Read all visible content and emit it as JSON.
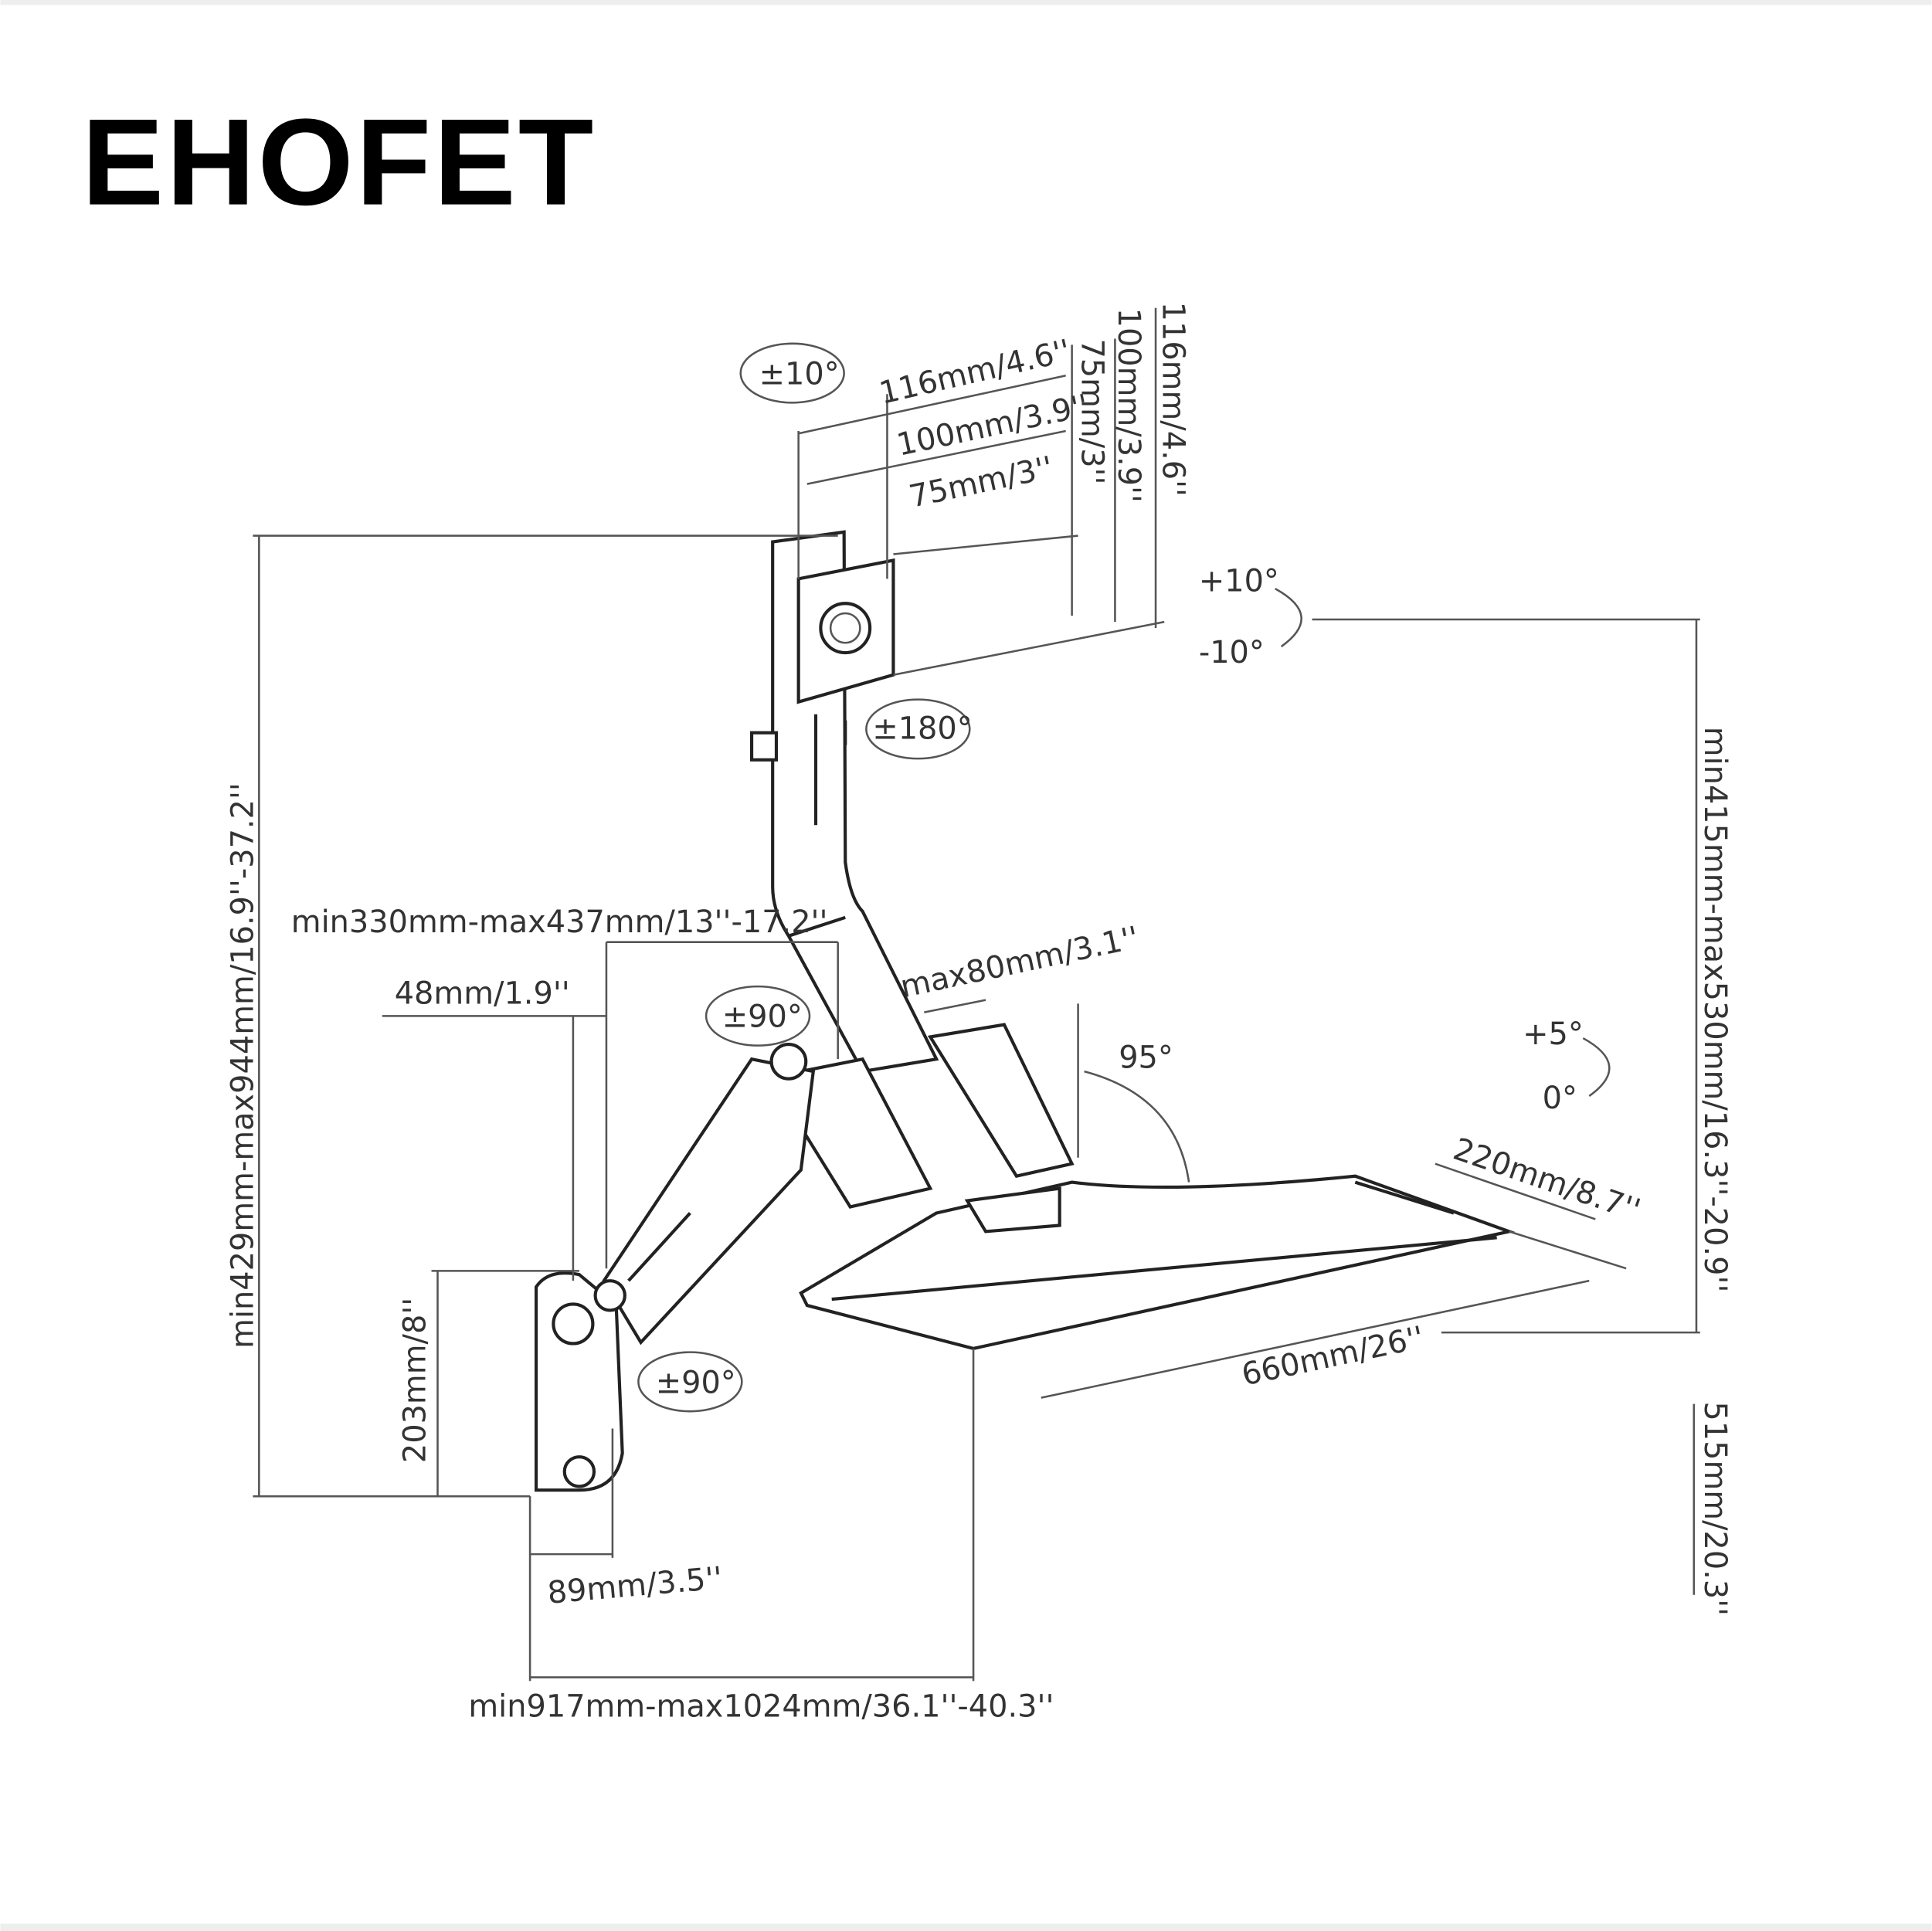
{
  "brand": {
    "logo": "EHOFET"
  },
  "diagram": {
    "rotations": {
      "head_tilt": "±10°",
      "head_swivel": "±180°",
      "tilt_up": "+10°",
      "tilt_down": "-10°",
      "arm_upper": "±90°",
      "arm_lower": "±90°",
      "tray_angle": "95°",
      "tray_tilt_up": "+5°",
      "tray_tilt_zero": "0°"
    },
    "vesa": {
      "h_116": "116mm/4.6''",
      "h_100": "100mm/3.9''",
      "h_75": "75mm/3''",
      "v_75": "75mm/3''",
      "v_100": "100mm/3.9''",
      "v_116": "116mm/4.6''"
    },
    "dimensions": {
      "overall_height": "min429mm-max944mm/16.9''-37.2''",
      "arm_reach": "min330mm-max437mm/13''-17.2''",
      "wall_offset": "48mm/1.9''",
      "column_depth": "max80mm/3.1''",
      "tray_depth": "220mm/8.7''",
      "tray_height": "min415mm-max530mm/16.3''-20.9''",
      "tray_width": "660mm/26''",
      "wall_plate_height": "203mm/8''",
      "vertical_travel": "515mm/20.3''",
      "wall_plate_width": "89mm/3.5''",
      "total_reach": "min917mm-max1024mm/36.1''-40.3''"
    }
  }
}
